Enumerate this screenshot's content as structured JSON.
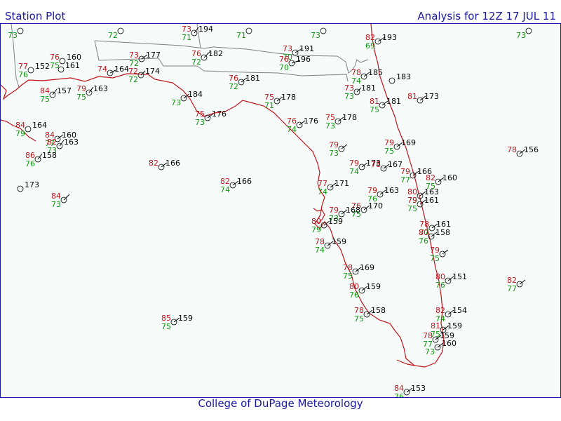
{
  "header": {
    "left": "Station Plot",
    "right": "Analysis for 12Z 17 JUL 11"
  },
  "footer": "College of DuPage Meteorology",
  "colors": {
    "frame": "#1a1aa0",
    "coast": "#c0141a",
    "border": "#808080",
    "temp": "#c0141a",
    "dewpoint": "#109a10",
    "pressure": "#000000",
    "background": "#f7fcfb"
  },
  "stations": [
    {
      "t": "73",
      "td": "71",
      "p": "194"
    },
    {
      "t": "73",
      "td": "72",
      "p": "177"
    },
    {
      "t": "76",
      "td": "72",
      "p": "182"
    },
    {
      "t": "73",
      "td": "70",
      "p": "191"
    },
    {
      "t": "76",
      "td": "70",
      "p": "196"
    },
    {
      "t": "82",
      "td": "69",
      "p": "193"
    },
    {
      "t": "77",
      "td": "76",
      "p": "152"
    },
    {
      "t": "76",
      "td": "75",
      "p": "160"
    },
    {
      "t": "",
      "td": "",
      "p": "161"
    },
    {
      "t": "74",
      "td": "",
      "p": "164"
    },
    {
      "t": "72",
      "td": "72",
      "p": "174"
    },
    {
      "t": "84",
      "td": "75",
      "p": "157"
    },
    {
      "t": "79",
      "td": "75",
      "p": "163"
    },
    {
      "t": "76",
      "td": "72",
      "p": "181"
    },
    {
      "t": "",
      "td": "73",
      "p": "184"
    },
    {
      "t": "75",
      "td": "71",
      "p": "178"
    },
    {
      "t": "78",
      "td": "74",
      "p": "185"
    },
    {
      "t": "",
      "td": "",
      "p": "183"
    },
    {
      "t": "73",
      "td": "73",
      "p": "181"
    },
    {
      "t": "81",
      "td": "75",
      "p": "181"
    },
    {
      "t": "81",
      "td": "",
      "p": "173"
    },
    {
      "t": "75",
      "td": "73",
      "p": "176"
    },
    {
      "t": "76",
      "td": "74",
      "p": "176"
    },
    {
      "t": "75",
      "td": "73",
      "p": "178"
    },
    {
      "t": "84",
      "td": "79",
      "p": "164"
    },
    {
      "t": "84",
      "td": "77",
      "p": "160"
    },
    {
      "t": "82",
      "td": "73",
      "p": "163"
    },
    {
      "t": "86",
      "td": "76",
      "p": "158"
    },
    {
      "t": "",
      "td": "",
      "p": "173"
    },
    {
      "t": "84",
      "td": "73",
      "p": ""
    },
    {
      "t": "82",
      "td": "",
      "p": "166"
    },
    {
      "t": "82",
      "td": "74",
      "p": "166"
    },
    {
      "t": "79",
      "td": "73",
      "p": ""
    },
    {
      "t": "79",
      "td": "75",
      "p": "169"
    },
    {
      "t": "78",
      "td": "",
      "p": "156"
    },
    {
      "t": "79",
      "td": "74",
      "p": "173"
    },
    {
      "t": "78",
      "td": "",
      "p": "167"
    },
    {
      "t": "79",
      "td": "77",
      "p": "166"
    },
    {
      "t": "82",
      "td": "75",
      "p": "160"
    },
    {
      "t": "77",
      "td": "74",
      "p": "171"
    },
    {
      "t": "79",
      "td": "76",
      "p": "163"
    },
    {
      "t": "80",
      "td": "79",
      "p": "163"
    },
    {
      "t": "79",
      "td": "75",
      "p": "161"
    },
    {
      "t": "76",
      "td": "75",
      "p": "170"
    },
    {
      "t": "79",
      "td": "73",
      "p": "168"
    },
    {
      "t": "80",
      "td": "79",
      "p": "159"
    },
    {
      "t": "78",
      "td": "77",
      "p": "161"
    },
    {
      "t": "80",
      "td": "76",
      "p": "158"
    },
    {
      "t": "78",
      "td": "74",
      "p": "159"
    },
    {
      "t": "79",
      "td": "75",
      "p": ""
    },
    {
      "t": "80",
      "td": "76",
      "p": "151"
    },
    {
      "t": "82",
      "td": "77",
      "p": ""
    },
    {
      "t": "78",
      "td": "75",
      "p": "169"
    },
    {
      "t": "80",
      "td": "76",
      "p": "159"
    },
    {
      "t": "78",
      "td": "75",
      "p": "158"
    },
    {
      "t": "82",
      "td": "74",
      "p": "154"
    },
    {
      "t": "81",
      "td": "75",
      "p": "159"
    },
    {
      "t": "78",
      "td": "77",
      "p": "159"
    },
    {
      "t": "",
      "td": "73",
      "p": "160"
    },
    {
      "t": "85",
      "td": "75",
      "p": "159"
    },
    {
      "t": "84",
      "td": "76",
      "p": "153"
    },
    {
      "t": "",
      "td": "73",
      "p": ""
    },
    {
      "t": "",
      "td": "72",
      "p": ""
    },
    {
      "t": "",
      "td": "71",
      "p": ""
    },
    {
      "t": "",
      "td": "73",
      "p": ""
    },
    {
      "t": "",
      "td": "73",
      "p": ""
    }
  ]
}
